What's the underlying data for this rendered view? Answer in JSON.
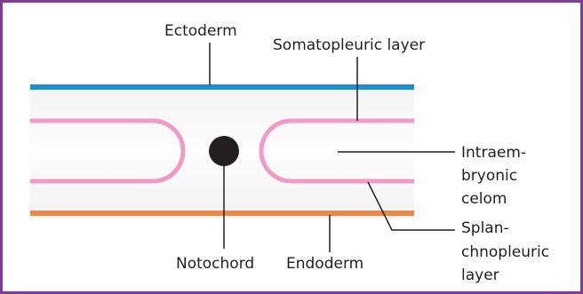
{
  "diagram": {
    "labels": {
      "ectoderm": "Ectoderm",
      "somatopleuric": "Somatopleuric layer",
      "intraembryonic": [
        "Intraem-",
        "bryonic",
        "celom"
      ],
      "splanchnopleuric": [
        "Splan-",
        "chnopleuric",
        "layer"
      ],
      "notochord": "Notochord",
      "endoderm": "Endoderm"
    },
    "colors": {
      "frame": "#7f3d93",
      "ectoderm": "#1d8fd0",
      "mesoderm": "#f09ac6",
      "endoderm": "#f28543",
      "notochord": "#231f20",
      "leader": "#231f20"
    }
  }
}
